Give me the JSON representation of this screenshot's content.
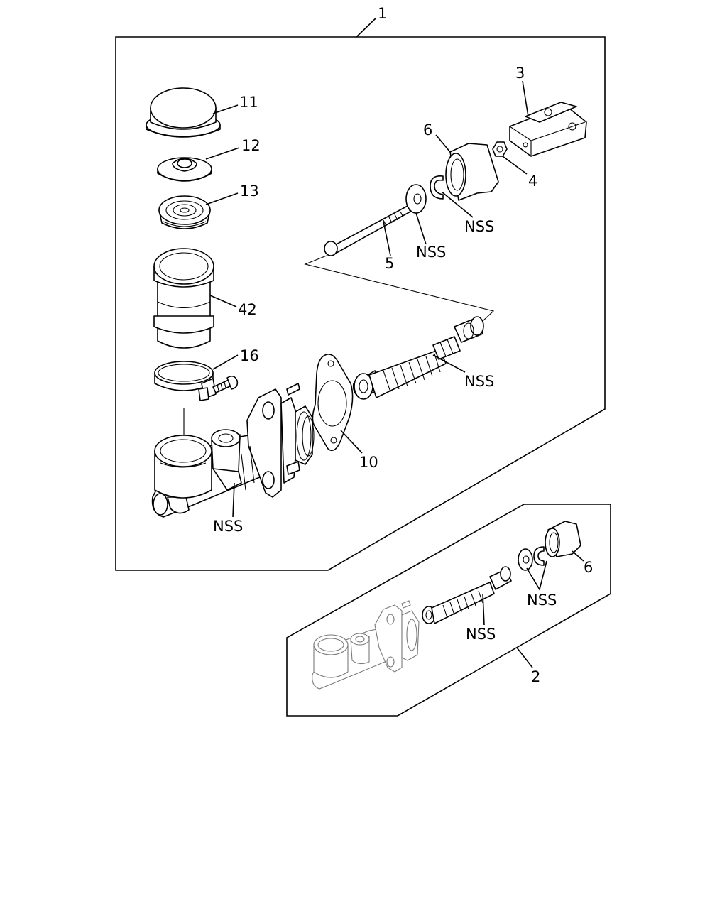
{
  "labels": {
    "assembly_1": "1",
    "assembly_2": "2",
    "part_3": "3",
    "part_4": "4",
    "part_5": "5",
    "part_6_main": "6",
    "part_6_sub": "6",
    "part_10": "10",
    "part_11": "11",
    "part_12": "12",
    "part_13": "13",
    "part_16": "16",
    "part_42": "42",
    "nss_washer": "NSS",
    "nss_snap_ring": "NSS",
    "nss_piston": "NSS",
    "nss_body": "NSS",
    "nss_sub_piston": "NSS",
    "nss_sub_rings": "NSS"
  },
  "colors": {
    "line": "#000000",
    "background": "#ffffff",
    "faint_line": "#7a7a7a"
  }
}
